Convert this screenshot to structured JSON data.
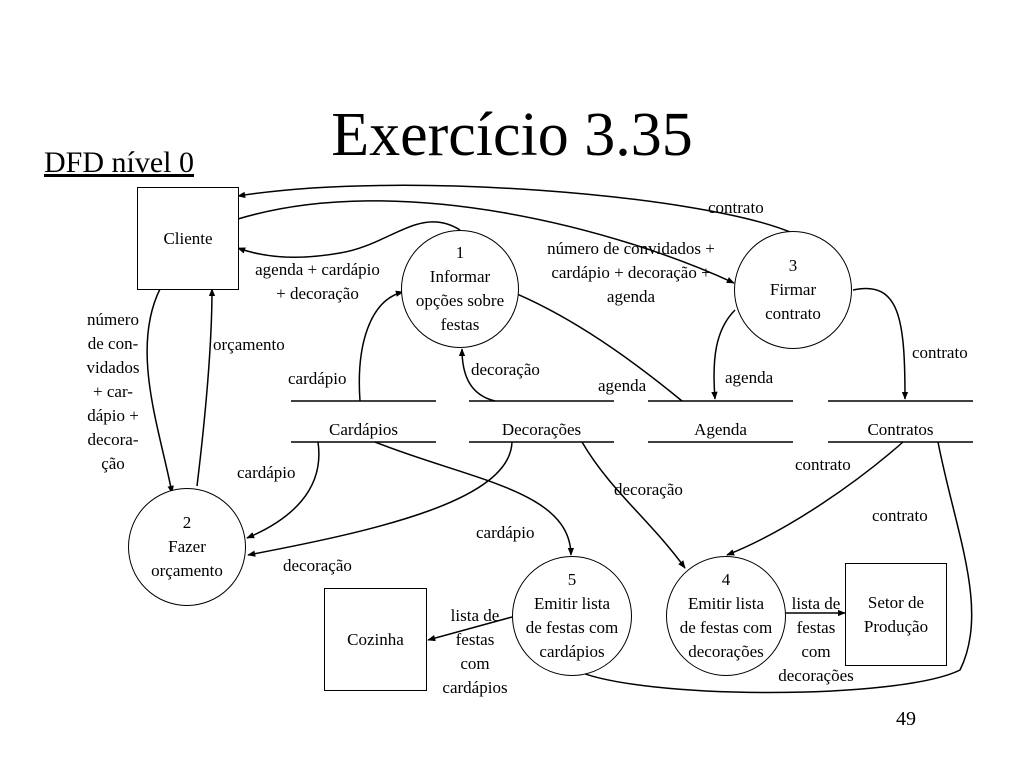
{
  "slide": {
    "title": "Exercício 3.35",
    "subtitle": "DFD nível 0",
    "page_number": "49"
  },
  "entities": {
    "cliente": "Cliente",
    "cozinha": "Cozinha",
    "setor": [
      "Setor de",
      "Produção"
    ]
  },
  "processes": {
    "p1": [
      "1",
      "Informar",
      "opções sobre",
      "festas"
    ],
    "p2": [
      "2",
      "Fazer",
      "orçamento"
    ],
    "p3": [
      "3",
      "Firmar",
      "contrato"
    ],
    "p4": [
      "4",
      "Emitir lista",
      "de festas com",
      "decorações"
    ],
    "p5": [
      "5",
      "Emitir lista",
      "de festas com",
      "cardápios"
    ]
  },
  "stores": {
    "cardapios": "Cardápios",
    "decoracoes": "Decorações",
    "agenda": "Agenda",
    "contratos": "Contratos"
  },
  "flows": {
    "contrato_top": "contrato",
    "num_conv": [
      "número de convidados +",
      "cardápio + decoração +",
      "agenda"
    ],
    "agenda_cardapio": [
      "agenda + cardápio",
      "+ decoração"
    ],
    "numero_left": [
      "número",
      "de con-",
      "vidados",
      "+ car-",
      "dápio +",
      "decora-",
      "ção"
    ],
    "orcamento": "orçamento",
    "cardapio_p1": "cardápio",
    "decoracao_p1": "decoração",
    "agenda_p1": "agenda",
    "agenda_p3": "agenda",
    "contrato_p3": "contrato",
    "cardapio_p2": "cardápio",
    "decoracao_p2": "decoração",
    "cardapio_p5": "cardápio",
    "decoracao_p4": "decoração",
    "contrato_p4": "contrato",
    "contrato_p5": "contrato",
    "lista_cozinha": [
      "lista de",
      "festas",
      "com",
      "cardápios"
    ],
    "lista_setor": [
      "lista de",
      "festas",
      "com",
      "decorações"
    ]
  }
}
